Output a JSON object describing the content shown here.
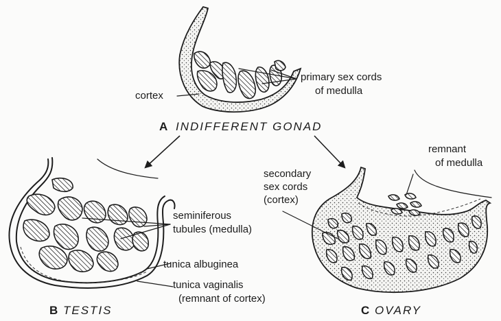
{
  "panels": {
    "a": {
      "letter": "A",
      "title": "INDIFFERENT GONAD"
    },
    "b": {
      "letter": "B",
      "title": "TESTIS"
    },
    "c": {
      "letter": "C",
      "title": "OVARY"
    }
  },
  "labels": {
    "cortex": "cortex",
    "primary_cords_1": "primary sex cords",
    "primary_cords_2": "of medulla",
    "seminiferous_1": "seminiferous",
    "seminiferous_2": "tubules (medulla)",
    "albuginea": "tunica albuginea",
    "vaginalis_1": "tunica vaginalis",
    "vaginalis_2": "(remnant of cortex)",
    "secondary_1": "secondary",
    "secondary_2": "sex cords",
    "secondary_3": "(cortex)",
    "remnant_1": "remnant",
    "remnant_2": "of medulla"
  }
}
